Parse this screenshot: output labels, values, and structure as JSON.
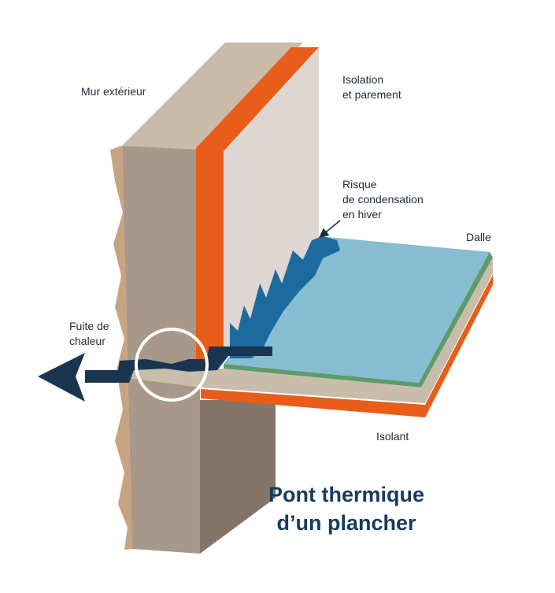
{
  "labels": {
    "exterior_wall": "Mur extérieur",
    "insulation_line1": "Isolation",
    "insulation_line2": "et parement",
    "condensation_line1": "Risque",
    "condensation_line2": "de condensation",
    "condensation_line3": "en hiver",
    "slab": "Dalle",
    "heat_leak_line1": "Fuite de",
    "heat_leak_line2": "chaleur",
    "insulant": "Isolant"
  },
  "title": {
    "line1": "Pont thermique",
    "line2": "d’un plancher"
  },
  "colors": {
    "wall_front": "#a8988a",
    "wall_top": "#c9bba8",
    "wall_edge": "#c7a481",
    "insulation_orange": "#e85d1a",
    "facing": "#ddd6d2",
    "slab_top": "#86bdd0",
    "slab_edge_green": "#5f9b6a",
    "concrete_edge": "#c8bcaa",
    "condensation_blue": "#1c6a9e",
    "heat_arrow": "#1a3550",
    "title": "#163b5e"
  },
  "icons": {
    "heat_leak": "arrow-left-icon",
    "highlight": "circle-icon",
    "pointer": "arrow-pointer-icon"
  }
}
